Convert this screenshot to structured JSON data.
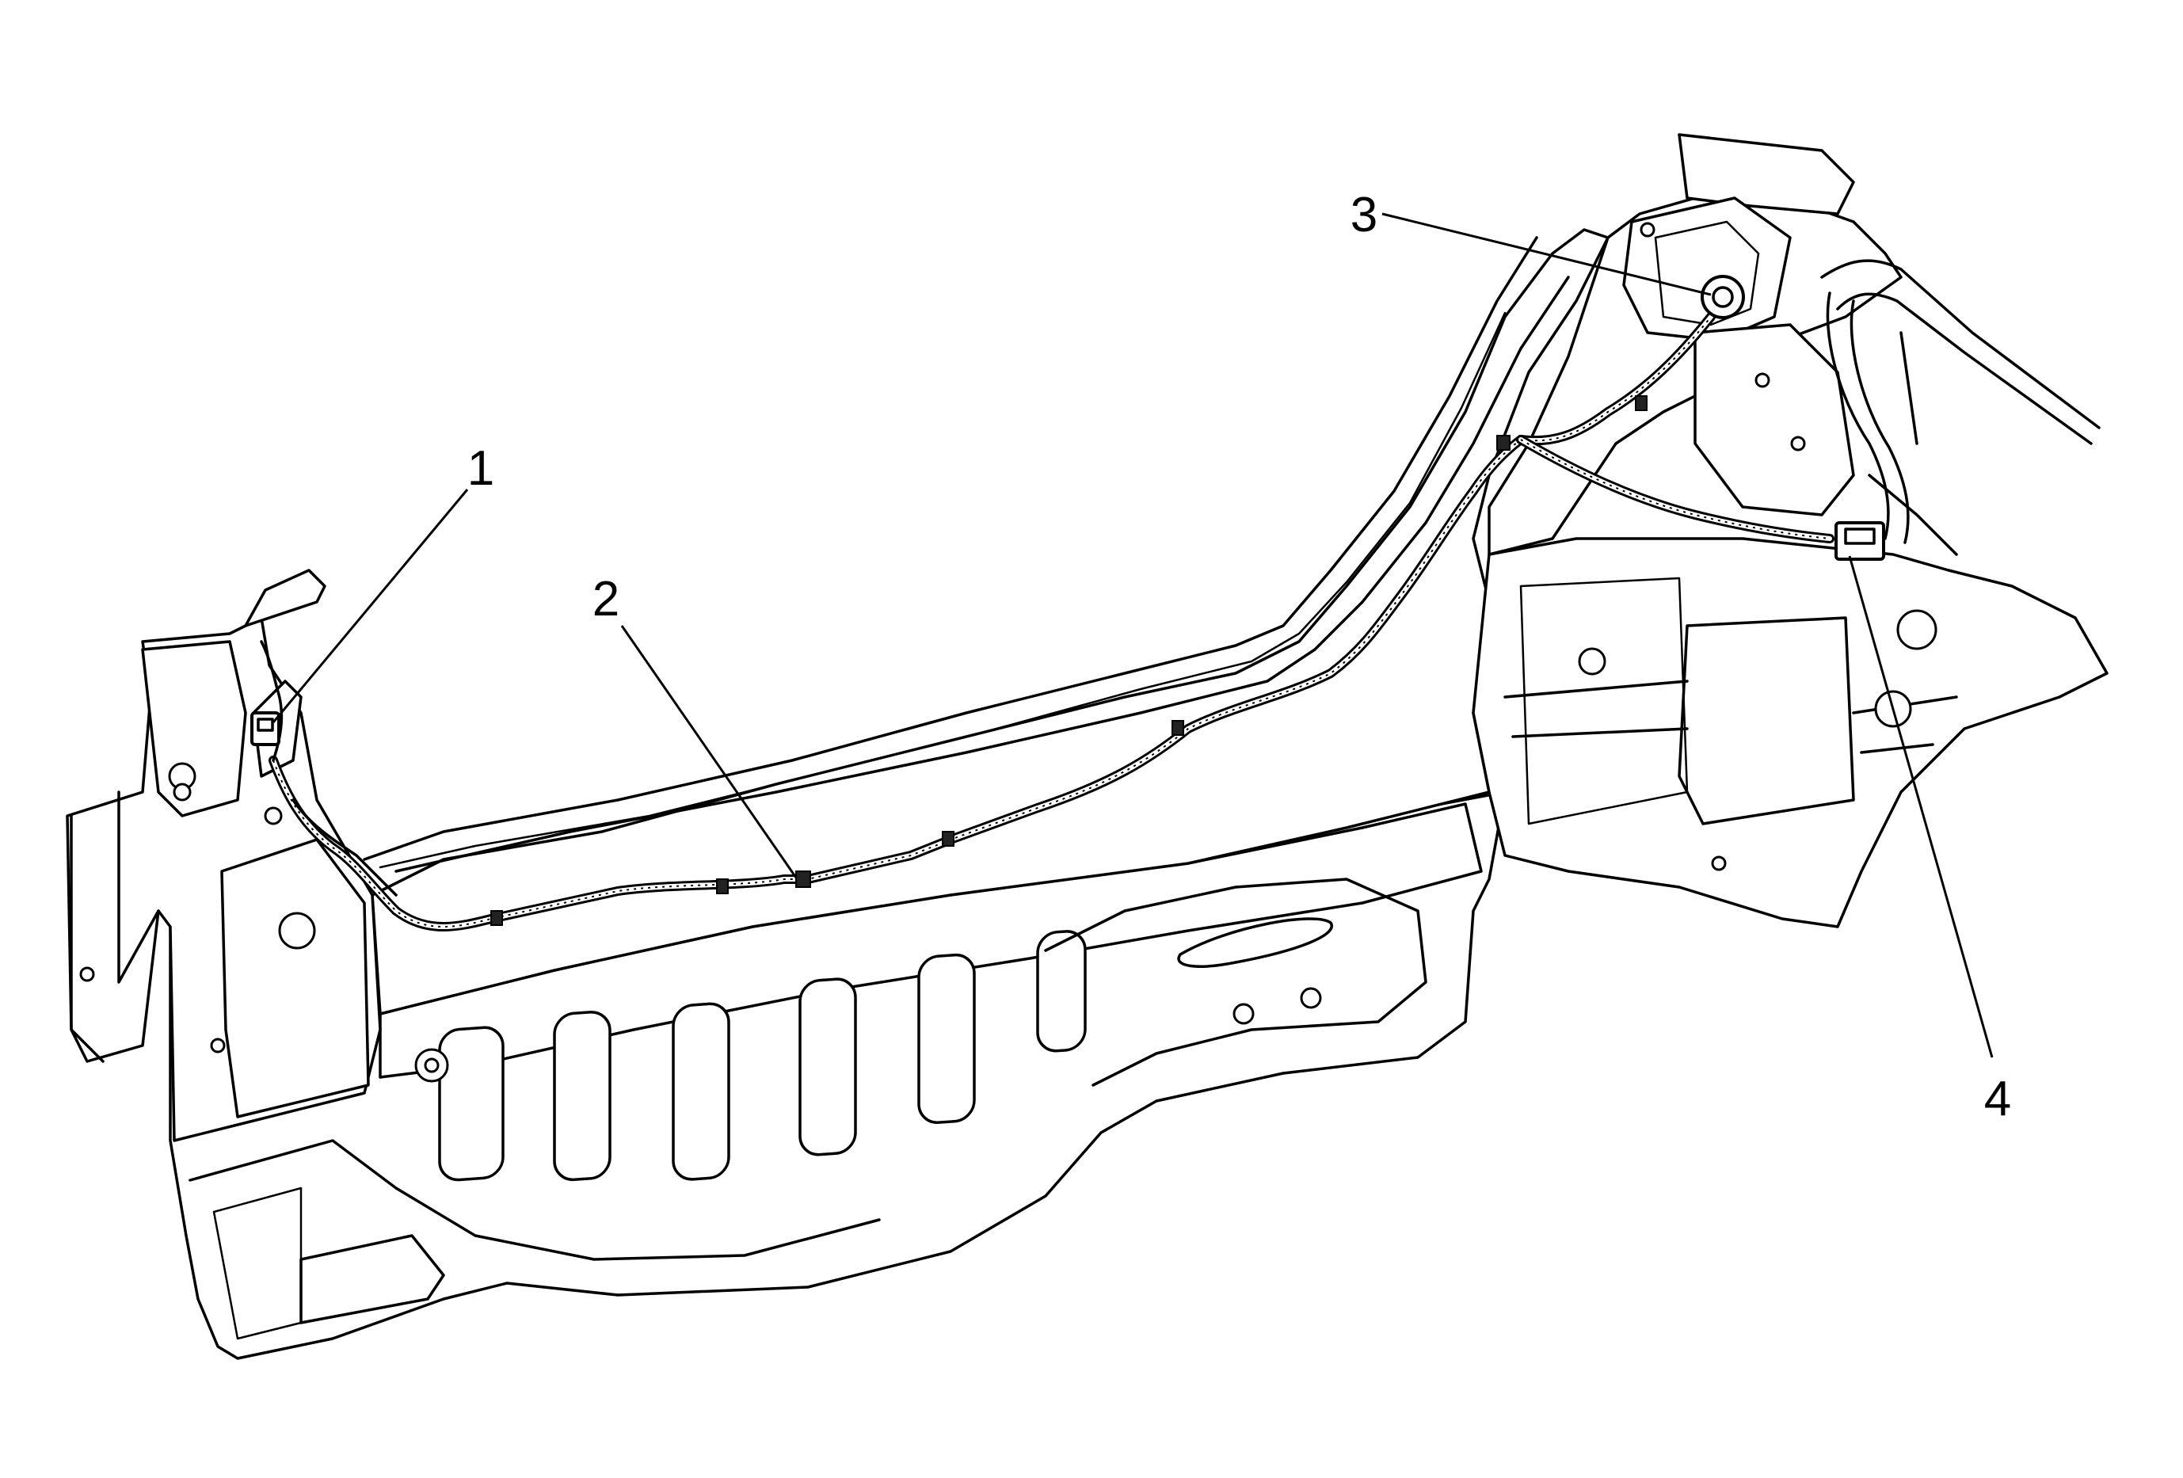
{
  "figure": {
    "background": "#ffffff",
    "line_color": "#000000"
  },
  "callouts": [
    {
      "id": "1",
      "label": "1"
    },
    {
      "id": "2",
      "label": "2"
    },
    {
      "id": "3",
      "label": "3"
    },
    {
      "id": "4",
      "label": "4"
    }
  ]
}
